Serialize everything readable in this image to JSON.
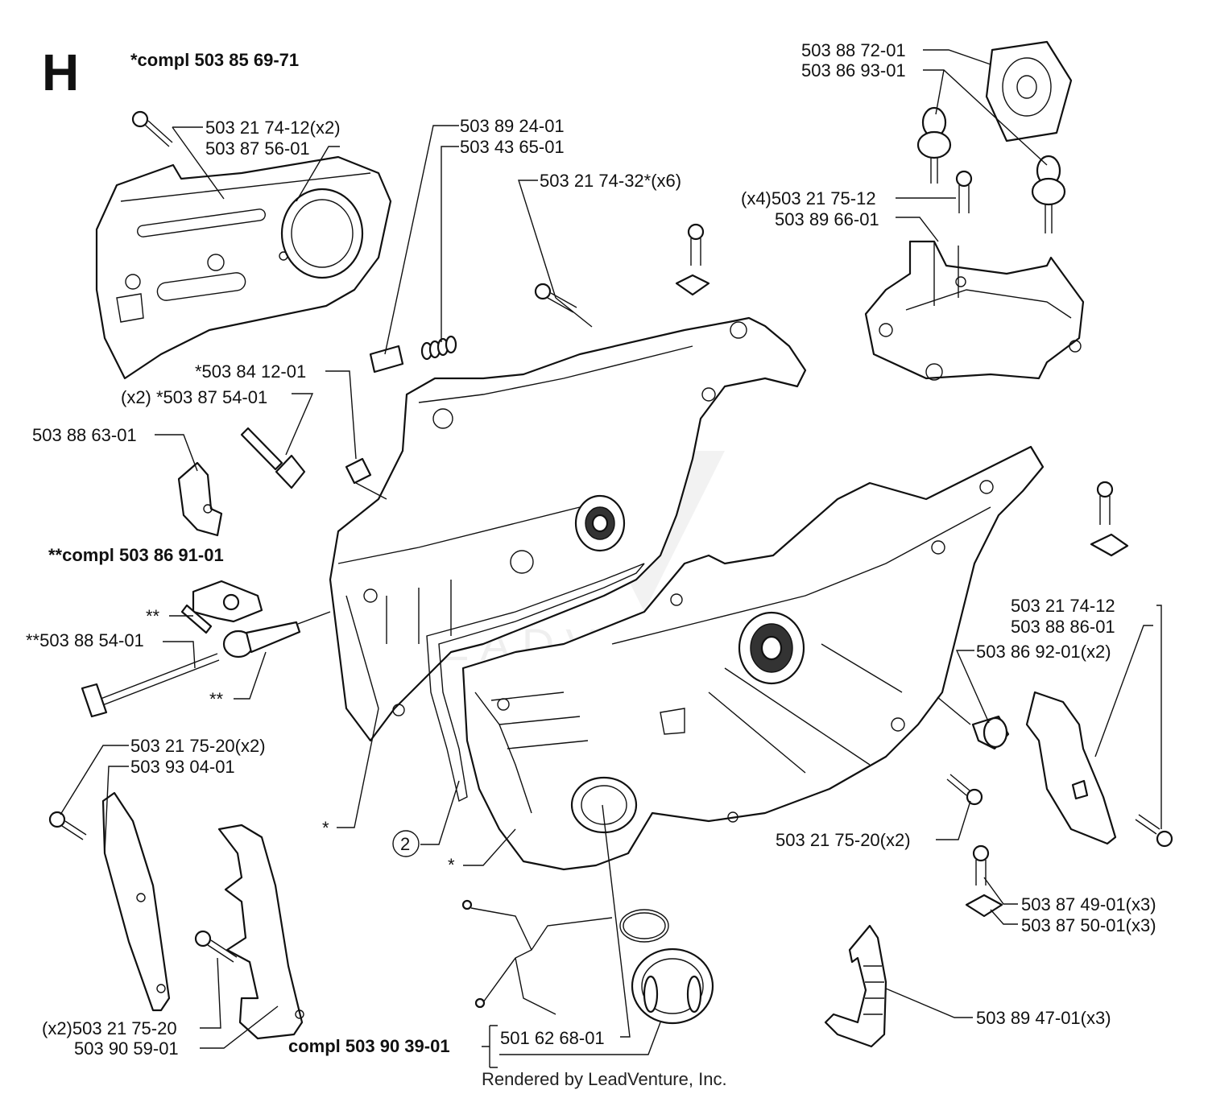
{
  "section_letter": "H",
  "assemblies": {
    "cover_kit": "*compl 503 85 69-71",
    "adjuster_kit": "**compl 503 86 91-01",
    "tank_cap_kit": "compl 503 90 39-01"
  },
  "parts": {
    "p01": "503 21 74-12(x2)",
    "p02": "503 87 56-01",
    "p03": "503 89 24-01",
    "p04": "503 43 65-01",
    "p05": "503 21 74-32*(x6)",
    "p06": "503 88 72-01",
    "p07": "503 86 93-01",
    "p08": "(x4)503 21 75-12",
    "p09": "503 89 66-01",
    "p10": "*503 84 12-01",
    "p11": "(x2) *503 87 54-01",
    "p12": "503 88 63-01",
    "p13": "**503 88 54-01",
    "p14": "**",
    "p15": "**",
    "p16": "503 21 75-20(x2)",
    "p17": "503 93 04-01",
    "p18": "(x2)503 21 75-20",
    "p19": "503 90 59-01",
    "p20": "*",
    "p21": "2",
    "p22": "*",
    "p23": "501 62 68-01",
    "p24": "503 21 74-12",
    "p25": "503 88 86-01",
    "p26": "503 86 92-01(x2)",
    "p27": "503 21 75-20(x2)",
    "p28": "503 87 49-01(x3)",
    "p29": "503 87 50-01(x3)",
    "p30": "503 89 47-01(x3)"
  },
  "watermark": "LEADVENTURE",
  "footer": "Rendered by LeadVenture, Inc."
}
